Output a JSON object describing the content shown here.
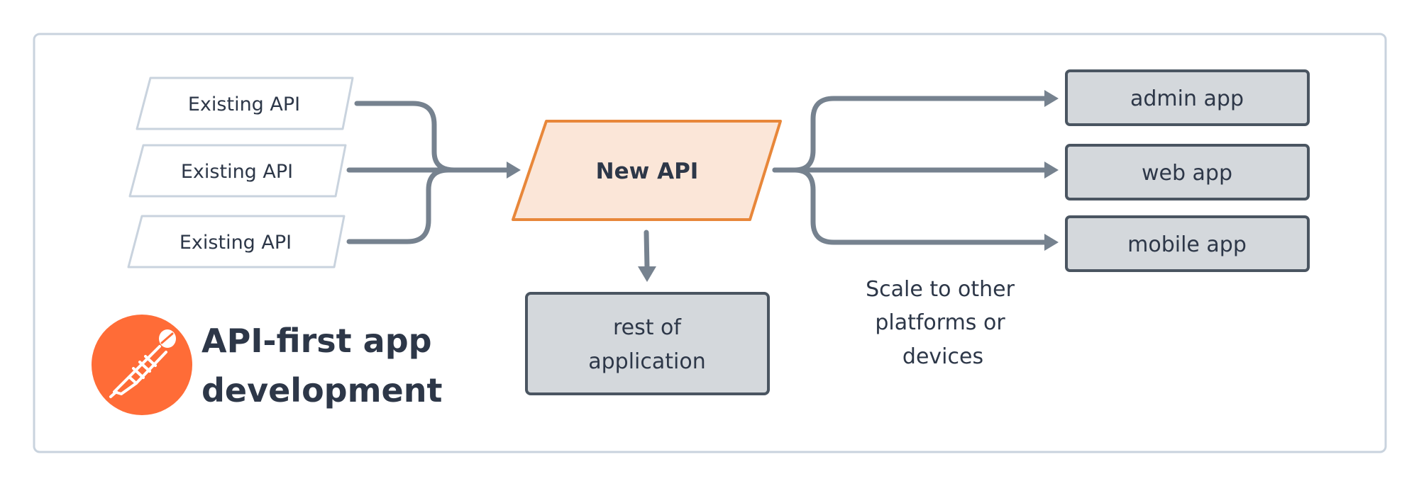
{
  "diagram": {
    "inputs": [
      {
        "label": "Existing API"
      },
      {
        "label": "Existing API"
      },
      {
        "label": "Existing API"
      }
    ],
    "center": {
      "label": "New API"
    },
    "outputs": [
      {
        "label": "admin app"
      },
      {
        "label": "web app"
      },
      {
        "label": "mobile app"
      }
    ],
    "rest": {
      "line1": "rest of",
      "line2": "application"
    },
    "scale_note": {
      "line1": "Scale to other",
      "line2": "platforms or",
      "line3": "devices"
    },
    "brand": {
      "icon": "postman-logo-icon",
      "title_line1": "API-first app",
      "title_line2": "development"
    },
    "colors": {
      "frame": "#c9d3de",
      "input_border": "#c9d3de",
      "center_fill": "#fbe6d8",
      "center_border": "#e8873a",
      "box_fill": "#d4d8dc",
      "box_border": "#4a5561",
      "arrow": "#76828f",
      "logo": "#ff6c37",
      "text": "#2d3748"
    }
  }
}
